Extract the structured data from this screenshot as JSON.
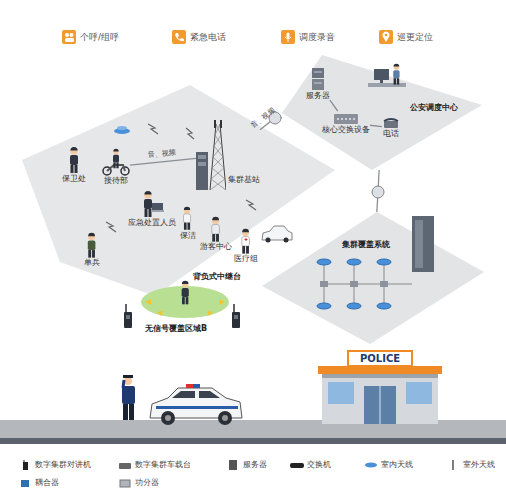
{
  "diagram": {
    "nodes": [
      {
        "text": [
          "个呼/组呼"
        ]
      },
      {
        "text": [
          "紧急电话"
        ]
      },
      {
        "text": [
          "调度录音"
        ]
      },
      {
        "text": [
          "巡更定位"
        ]
      },
      {
        "text": [
          "公安调度中心"
        ]
      },
      {
        "text": [
          "服务器"
        ],
        "in": 4
      },
      {
        "text": [
          "核心交换设备"
        ],
        "in": 4
      },
      {
        "text": [
          "电话"
        ],
        "in": 4
      },
      {
        "text": [
          "集群基站"
        ]
      },
      {
        "text": [
          "保卫处"
        ]
      },
      {
        "text": [
          "接待部"
        ]
      },
      {
        "text": [
          "应急处置人员"
        ]
      },
      {
        "text": [
          "保洁"
        ]
      },
      {
        "text": [
          "游客中心"
        ]
      },
      {
        "text": [
          "医疗组"
        ]
      },
      {
        "text": [
          "单兵"
        ]
      },
      {
        "text": [
          "集群覆盖系统"
        ]
      },
      {
        "text": [
          "背负式中继台",
          "无信号覆盖区域B"
        ]
      },
      {
        "text": [
          "POLICE"
        ]
      }
    ],
    "edges": [
      {
        "from": 10,
        "to": 8,
        "label": "音、视频",
        "arrow": "none"
      },
      {
        "from": 8,
        "to": 4,
        "label": "音、视频",
        "arrow": "none"
      },
      {
        "from": 4,
        "to": 16,
        "arrow": "none"
      },
      {
        "from": 5,
        "to": 6,
        "arrow": "none"
      },
      {
        "from": 6,
        "to": 7,
        "arrow": "none"
      }
    ],
    "legend": [
      {
        "text": "数字集群对讲机"
      },
      {
        "text": "数字集群车载台"
      },
      {
        "text": "服务器"
      },
      {
        "text": "交换机"
      },
      {
        "text": "室内天线"
      },
      {
        "text": "室外天线"
      },
      {
        "text": "耦合器"
      },
      {
        "text": "功分器"
      }
    ]
  }
}
